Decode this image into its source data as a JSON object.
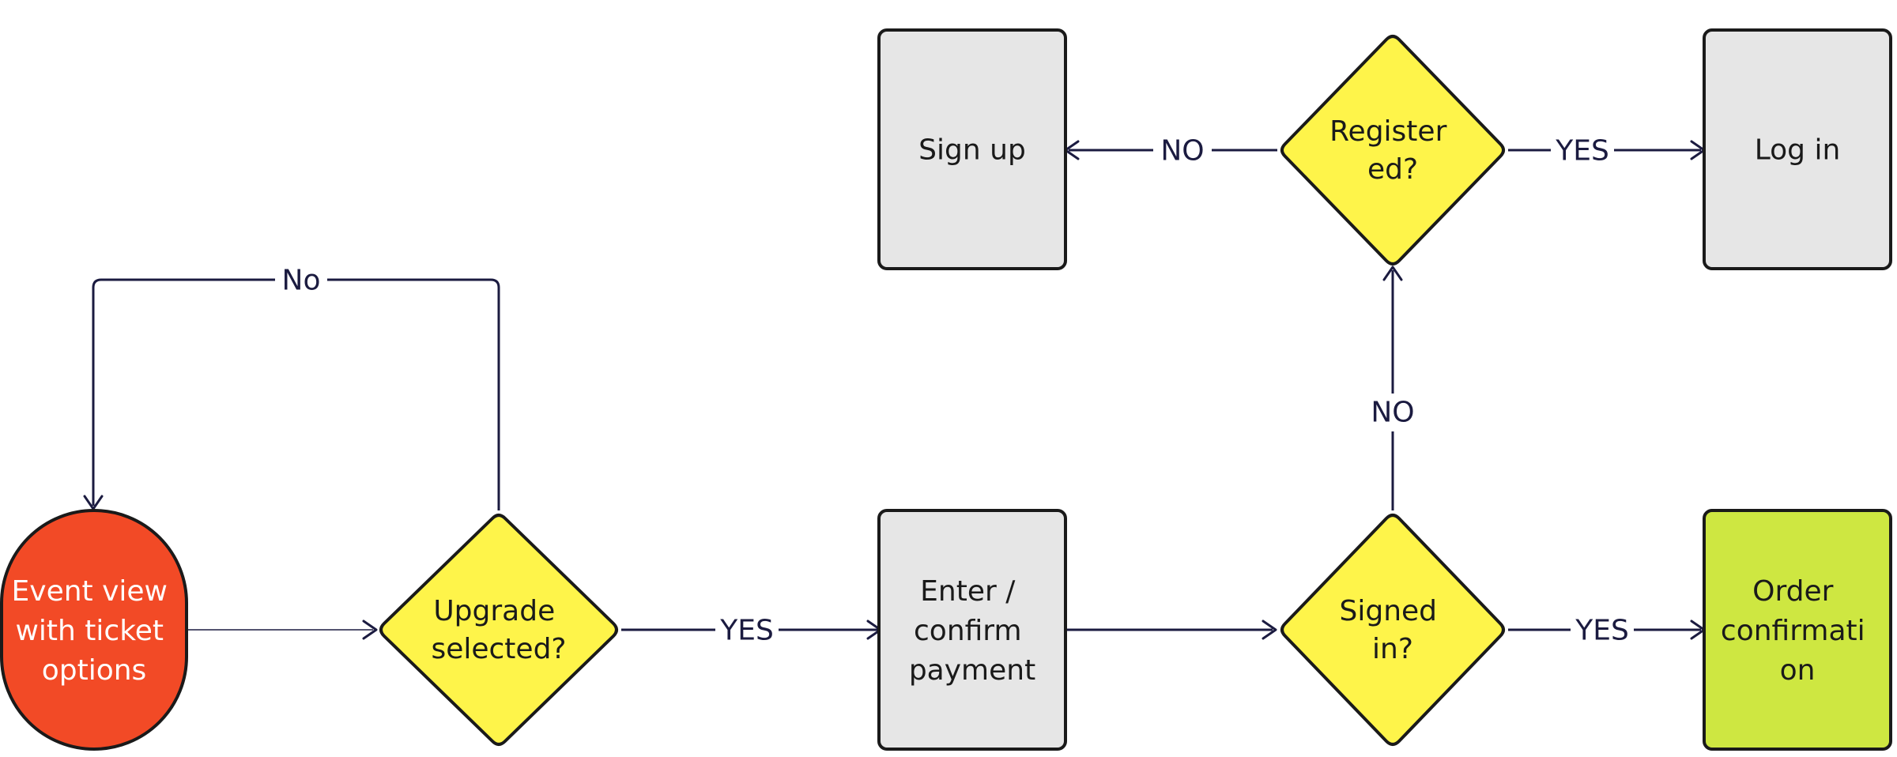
{
  "colors": {
    "start_fill": "#f24a26",
    "decision_fill": "#fef44a",
    "process_fill": "#e6e6e6",
    "end_fill": "#cee741",
    "edge": "#1b1b40",
    "outline": "#1a1a1a"
  },
  "nodes": {
    "start": [
      "Event view",
      "with ticket",
      "options"
    ],
    "upgrade": [
      "Upgrade",
      "selected?"
    ],
    "payment": [
      "Enter /",
      "confirm",
      "payment"
    ],
    "signed_in": [
      "Signed",
      "in?"
    ],
    "registered": [
      "Register",
      "ed?"
    ],
    "sign_up": [
      "Sign up"
    ],
    "log_in": [
      "Log in"
    ],
    "order": [
      "Order",
      "confirmati",
      "on"
    ]
  },
  "edges": {
    "upgrade_no": "No",
    "upgrade_yes": "YES",
    "signed_no": "NO",
    "signed_yes": "YES",
    "registered_no": "NO",
    "registered_yes": "YES"
  }
}
